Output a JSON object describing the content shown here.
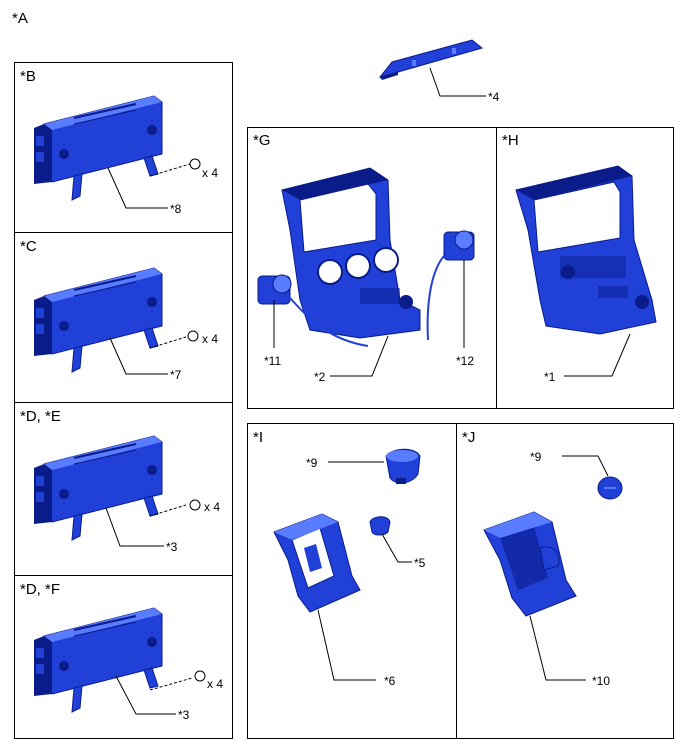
{
  "figure_label": "*A",
  "top_callout": "*4",
  "colors": {
    "part_fill": "#2040d8",
    "part_dark": "#0a1c8a",
    "part_light": "#5a7cff",
    "line": "#000000"
  },
  "left_panels": [
    {
      "label": "*B",
      "callout": "*8",
      "qty": "x 4"
    },
    {
      "label": "*C",
      "callout": "*7",
      "qty": "x 4"
    },
    {
      "label": "*D, *E",
      "callout": "*3",
      "qty": "x 4"
    },
    {
      "label": "*D, *F",
      "callout": "*3",
      "qty": "x 4"
    }
  ],
  "panel_g": {
    "label": "*G",
    "callouts": [
      "*11",
      "*2",
      "*12"
    ]
  },
  "panel_h": {
    "label": "*H",
    "callout": "*1"
  },
  "panel_i": {
    "label": "*I",
    "callouts": [
      "*9",
      "*5",
      "*6"
    ]
  },
  "panel_j": {
    "label": "*J",
    "callouts": [
      "*9",
      "*10"
    ]
  }
}
